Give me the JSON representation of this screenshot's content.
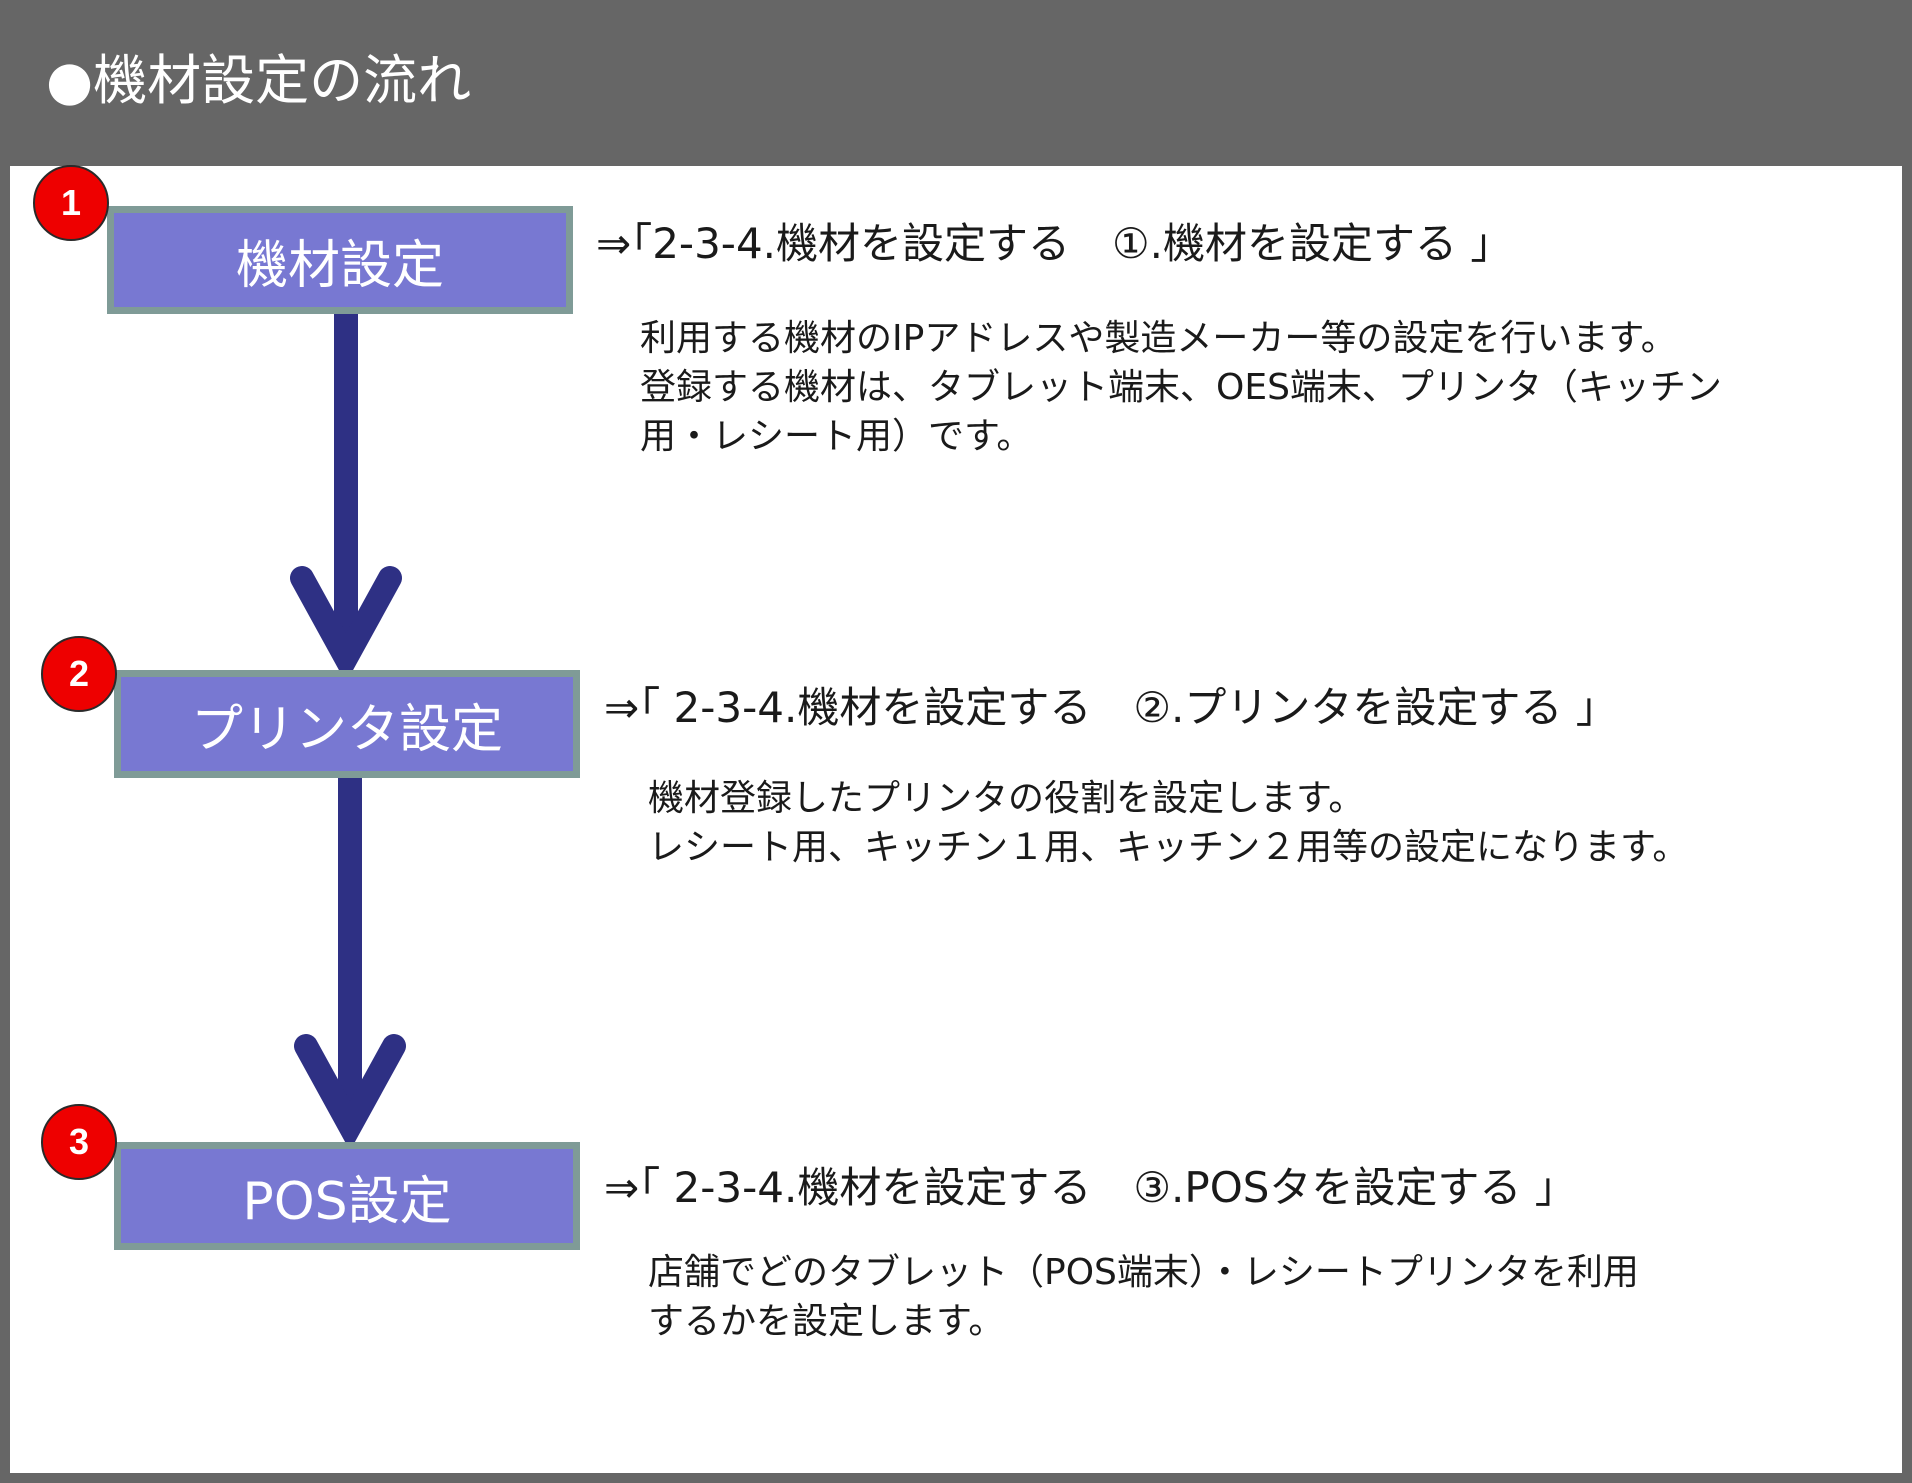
{
  "header": {
    "title": "●機材設定の流れ"
  },
  "colors": {
    "header_bg": "#666666",
    "box_fill": "#7878d2",
    "box_border": "#7f9b97",
    "arrow": "#2e3084",
    "badge": "#ee0000"
  },
  "steps": [
    {
      "number": "1",
      "label": "機材設定",
      "reference": "⇒｢2-3-4.機材を設定する　①.機材を設定する ｣",
      "description": [
        "利用する機材のIPアドレスや製造メーカー等の設定を行います。",
        "登録する機材は、タブレット端末、OES端末、プリンタ（キッチン",
        "用・レシート用）です。"
      ]
    },
    {
      "number": "2",
      "label": "プリンタ設定",
      "reference": "⇒｢ 2-3-4.機材を設定する　②.プリンタを設定する ｣",
      "description": [
        "機材登録したプリンタの役割を設定します。",
        "レシート用、キッチン１用、キッチン２用等の設定になります。"
      ]
    },
    {
      "number": "3",
      "label": "POS設定",
      "reference": "⇒｢ 2-3-4.機材を設定する　③.POSタを設定する ｣",
      "description": [
        "店舗でどのタブレット（POS端末）・レシートプリンタを利用",
        "するかを設定します。"
      ]
    }
  ]
}
